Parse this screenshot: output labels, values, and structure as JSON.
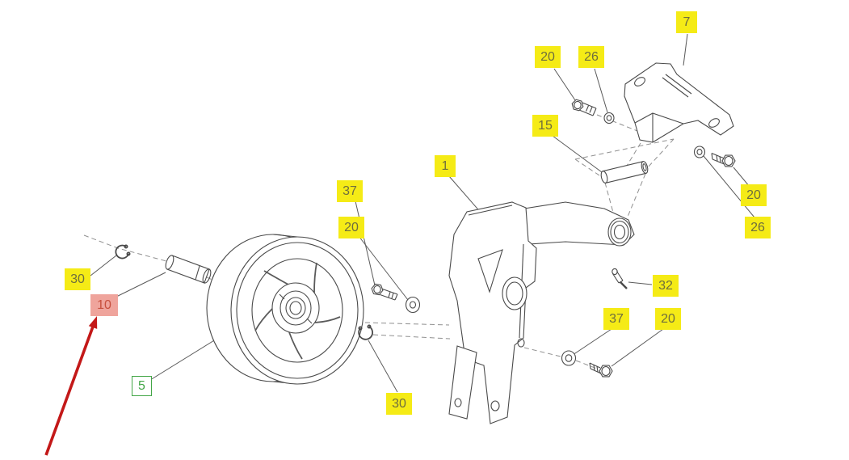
{
  "diagram": {
    "type": "exploded-parts-diagram",
    "colors": {
      "callout_bg": "#f5eb16",
      "callout_text": "#6e6e3e",
      "highlight_callout_bg": "#efa49c",
      "highlight_callout_text": "#c7503e",
      "selected_callout_border": "#43a647",
      "selected_callout_text": "#43a647",
      "arrow": "#c31818",
      "line": "#4a4a4a"
    },
    "callouts": [
      {
        "id": "20-upper-bolt",
        "label": "20",
        "variant": "yellow"
      },
      {
        "id": "26-upper-washer",
        "label": "26",
        "variant": "yellow"
      },
      {
        "id": "7-mount-bracket",
        "label": "7",
        "variant": "yellow"
      },
      {
        "id": "15-pin",
        "label": "15",
        "variant": "yellow"
      },
      {
        "id": "1-main-bracket",
        "label": "1",
        "variant": "yellow"
      },
      {
        "id": "20-right-bolt",
        "label": "20",
        "variant": "yellow"
      },
      {
        "id": "26-right-washer",
        "label": "26",
        "variant": "yellow"
      },
      {
        "id": "37-left-bolt",
        "label": "37",
        "variant": "yellow"
      },
      {
        "id": "20-left-washer",
        "label": "20",
        "variant": "yellow"
      },
      {
        "id": "30-left-circlip",
        "label": "30",
        "variant": "yellow"
      },
      {
        "id": "10-axle-pin",
        "label": "10",
        "variant": "highlight"
      },
      {
        "id": "5-wheel",
        "label": "5",
        "variant": "selected"
      },
      {
        "id": "30-lower-circlip",
        "label": "30",
        "variant": "yellow"
      },
      {
        "id": "32-grease-fitting",
        "label": "32",
        "variant": "yellow"
      },
      {
        "id": "37-lower-washer",
        "label": "37",
        "variant": "yellow"
      },
      {
        "id": "20-lower-bolt",
        "label": "20",
        "variant": "yellow"
      }
    ]
  }
}
